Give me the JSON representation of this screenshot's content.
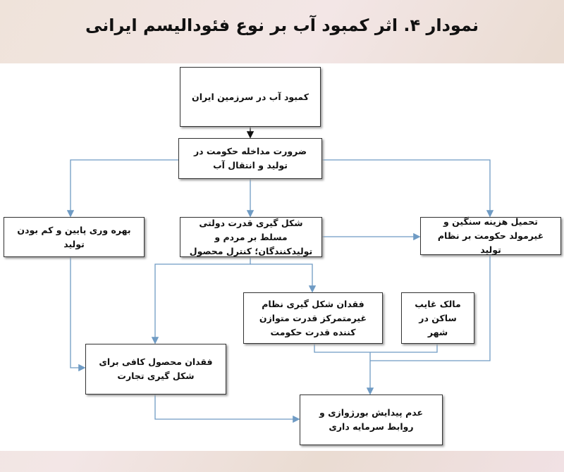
{
  "title": "نمودار ۴. اثر کمبود آب بر نوع فئودالیسم ایرانی",
  "nodes": {
    "water_shortage": "کمبود آب در سرزمین ایران",
    "gov_intervention": "ضرورت مداخله حکومت در تولید و انتقال آب",
    "low_productivity": "بهره وری پایین و کم بودن تولید",
    "state_power": "شکل گیری قدرت دولتی مسلط بر مردم و تولیدکنندگان؛ کنترل محصول",
    "heavy_costs": "تحمیل هزینه سنگین و غیرمولد حکومت بر نظام تولید",
    "no_decentralized": "فقدان شکل گیری نظام غیرمتمرکز قدرت متوازن کننده قدرت حکومت",
    "absentee_owner": "مالک غایب ساکن در شهر",
    "no_surplus": "فقدان محصول کافی برای شکل گیری تجارت",
    "no_bourgeoisie": "عدم پیدایش بورژوازی و روابط سرمایه داری"
  },
  "colors": {
    "connector": "#6f9bc4",
    "arrow_main": "#111111"
  }
}
